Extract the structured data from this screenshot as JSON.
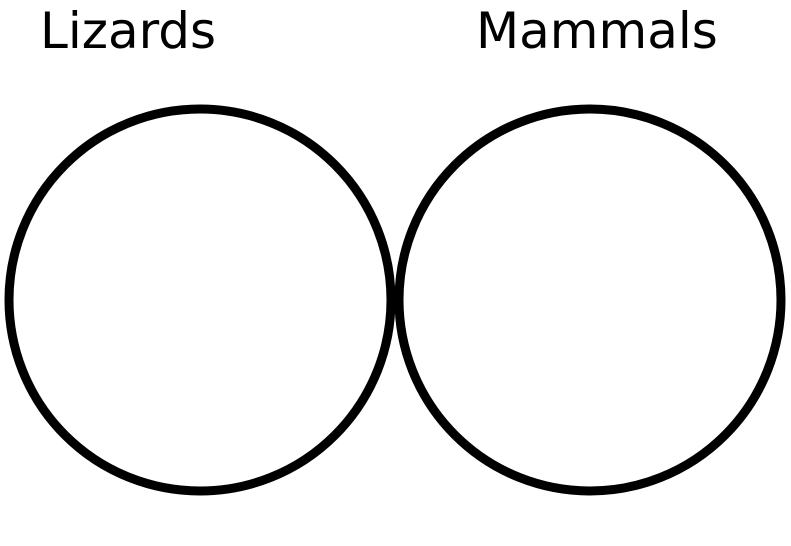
{
  "diagram": {
    "type": "venn",
    "sets": [
      {
        "label": "Lizards"
      },
      {
        "label": "Mammals"
      }
    ],
    "intersection": {
      "shaded": true,
      "fill_color": "#000000"
    },
    "outline_color": "#000000",
    "background_color": "#ffffff"
  }
}
